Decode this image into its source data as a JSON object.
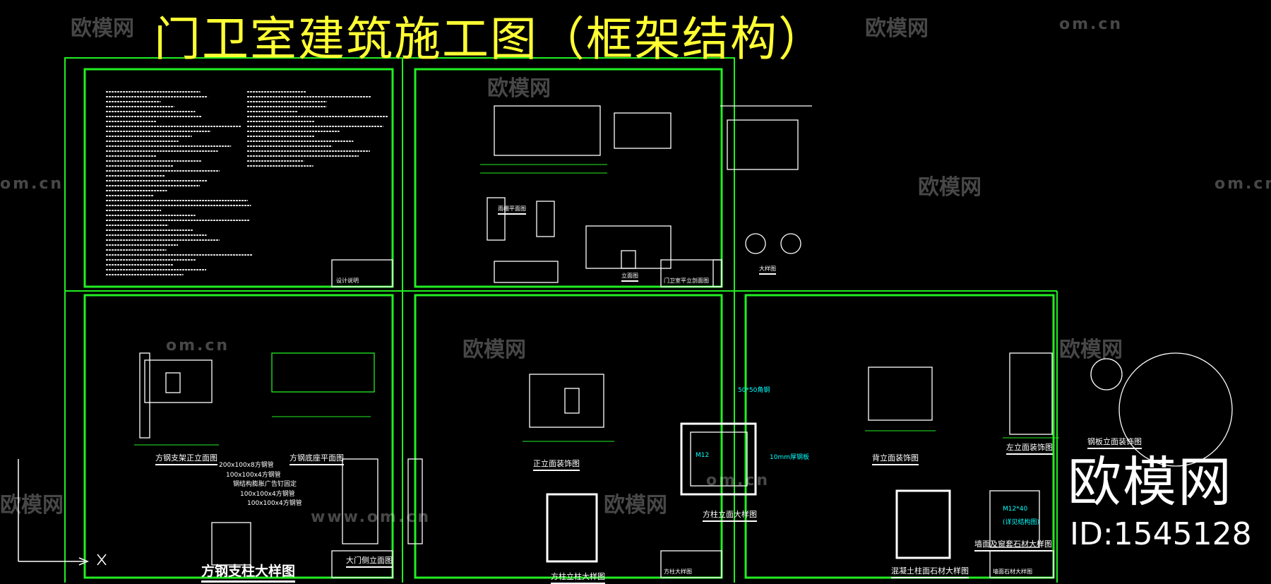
{
  "title": "门卫室建筑施工图（框架结构）",
  "colors": {
    "background": "#000000",
    "frame": "#22ee22",
    "title": "#ffff33",
    "lines": "#ffffff",
    "accent": "#00ffff"
  },
  "watermarks": {
    "brand": "欧模网",
    "url": "om.cn",
    "url_full": "www.om.cn",
    "id": "ID:1545128"
  },
  "sheets": [
    {
      "name": "设计说明"
    },
    {
      "name": "门卫室平立剖面图",
      "labels": [
        "雨棚平面图",
        "立面图",
        "大样图"
      ]
    },
    {
      "name": "方钢支柱大样图",
      "labels": [
        "方钢支架正立面图",
        "方钢底座平面图",
        "大门侧立面图",
        "方钢支柱大样图"
      ],
      "notes": [
        "200x100x8方钢管",
        "100x100x4方钢管",
        "钢结构膨胀广告钉固定",
        "100x100x4方钢管",
        "100x100x4方钢管"
      ]
    },
    {
      "name": "方柱大样图",
      "labels": [
        "正立面装饰图",
        "方柱立面大样图",
        "方柱立柱大样图"
      ],
      "notes": [
        "50*50角钢",
        "10mm厚钢板",
        "M12"
      ]
    },
    {
      "name": "墙面石材大样图",
      "labels": [
        "背立面装饰图",
        "左立面装饰图",
        "钢板立面装饰图",
        "混凝土柱面石材大样图",
        "墙面及窗套石材大样图"
      ],
      "notes": [
        "M12*40",
        "(详见结构图)"
      ]
    }
  ]
}
